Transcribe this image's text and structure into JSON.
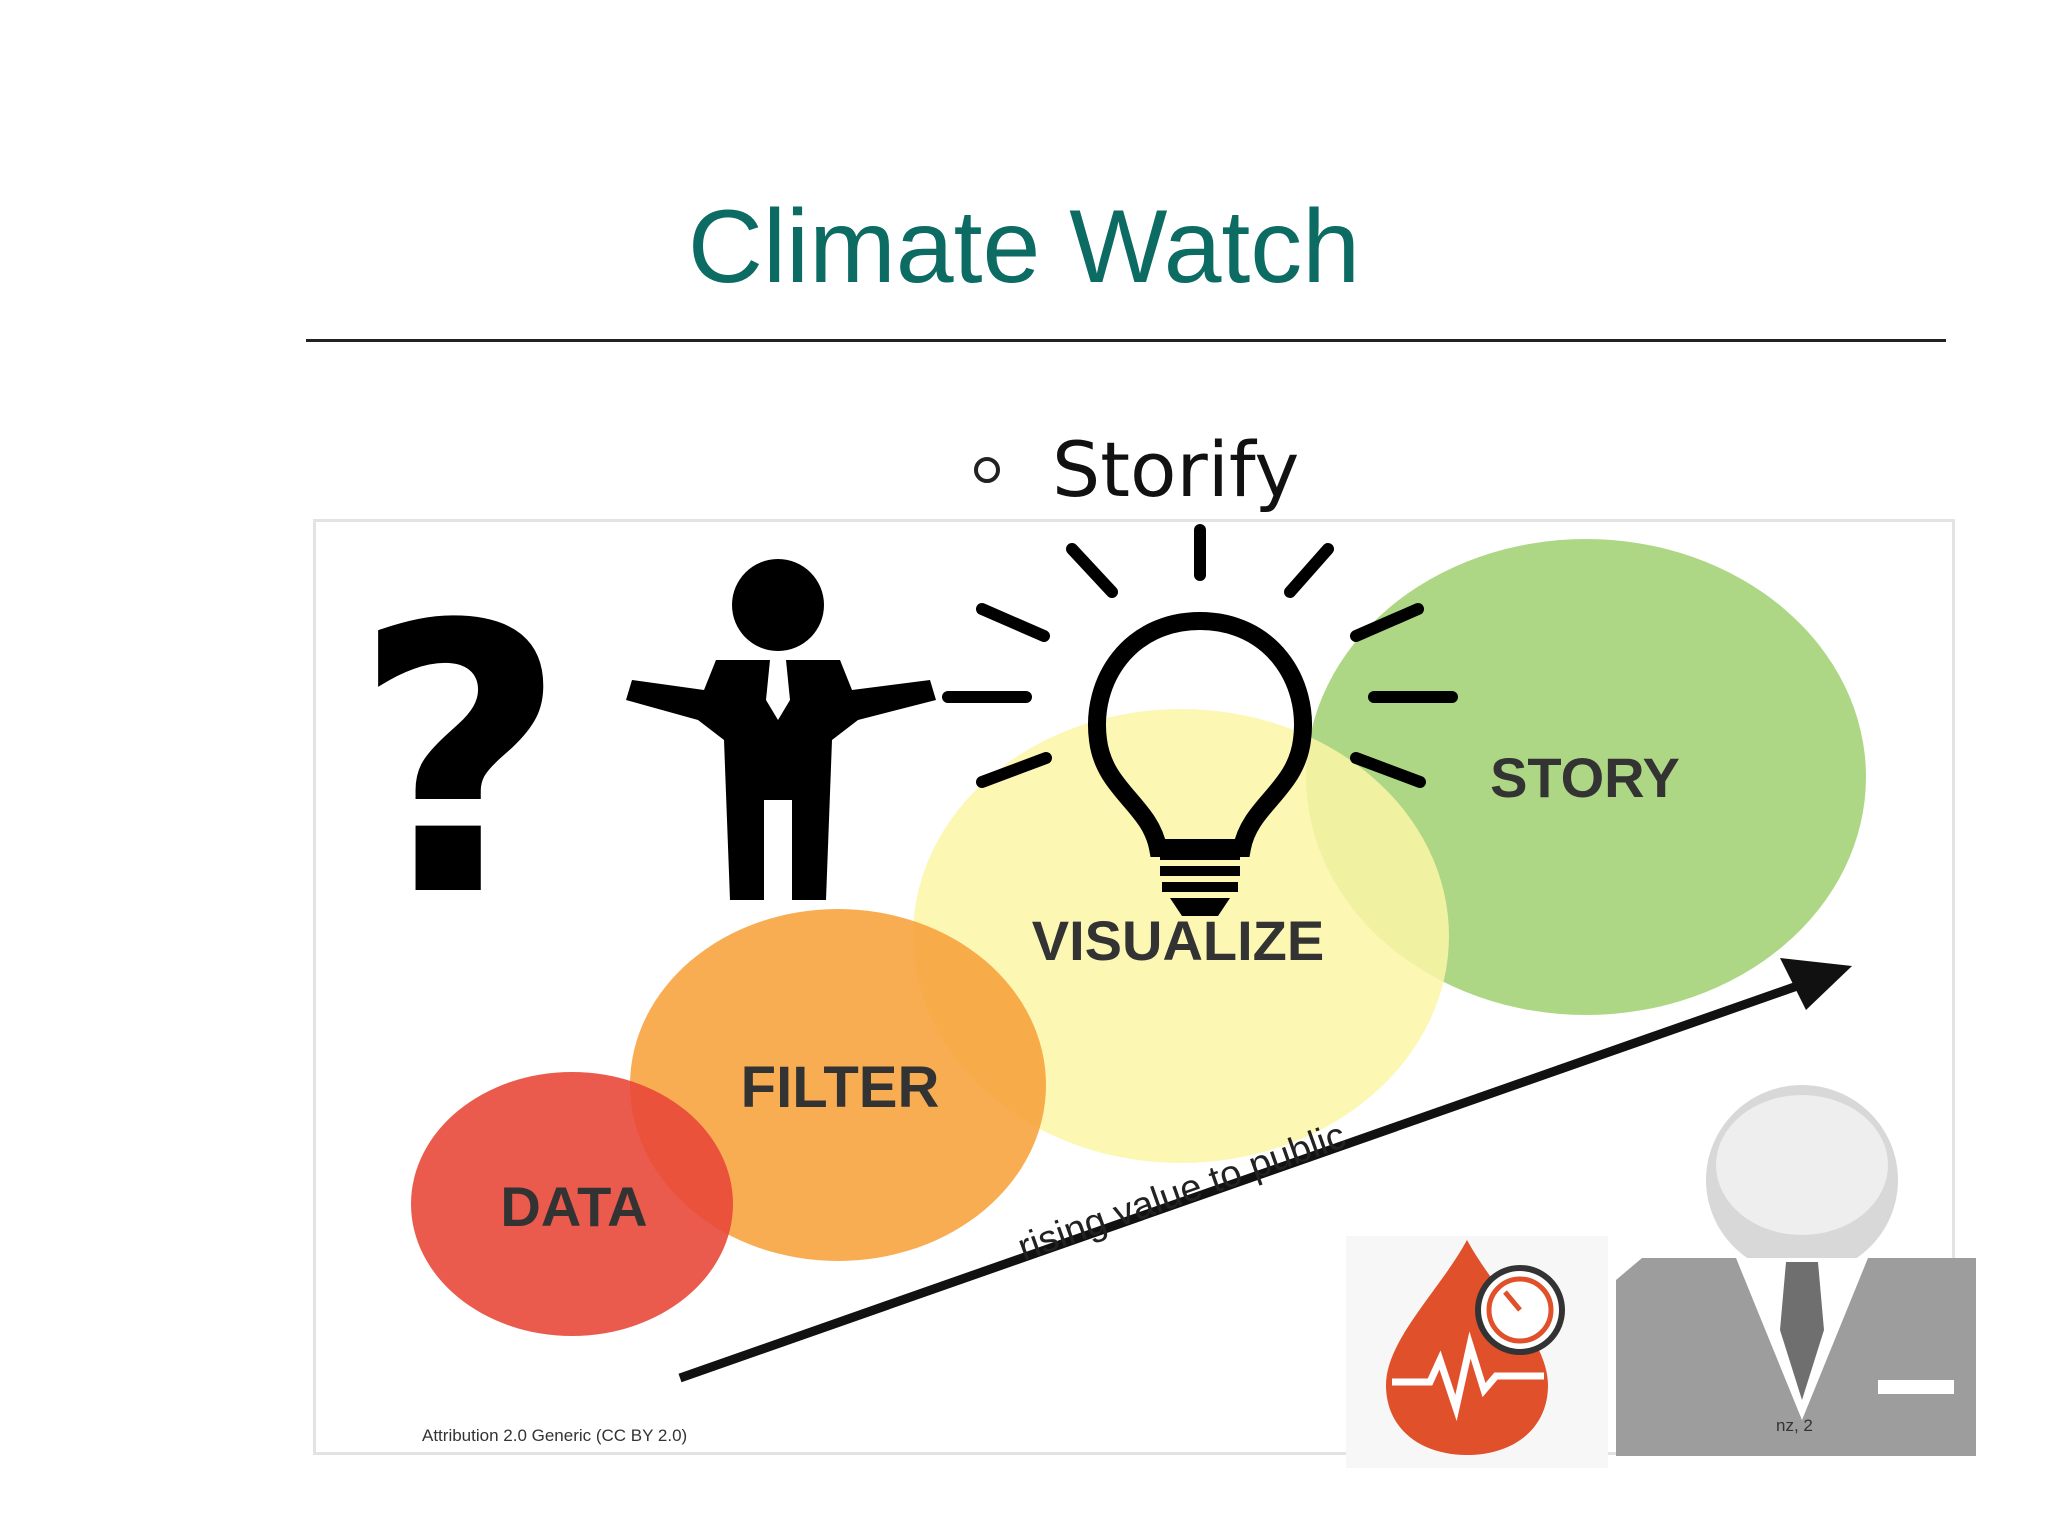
{
  "slide": {
    "title": "Climate Watch",
    "bullets": [
      "Storify"
    ]
  },
  "diagram": {
    "stages": [
      "DATA",
      "FILTER",
      "VISUALIZE",
      "STORY"
    ],
    "arrow_label": "rising value to public",
    "attribution": "Attribution 2.0 Generic (CC BY 2.0)",
    "partial_credit": "nz, 2",
    "colors": {
      "title": "#0c6b63",
      "data": "#e8483a",
      "filter": "#f7a23a",
      "visualize": "#fbf6a6",
      "story": "#a6d47a",
      "icon_black": "#000000",
      "drop": "#e0502b",
      "person_gray": "#9d9d9d"
    },
    "icons": [
      "question-mark-icon",
      "businessman-icon",
      "light-bulb-icon",
      "blood-drop-gauge-icon",
      "person-avatar-icon"
    ]
  }
}
